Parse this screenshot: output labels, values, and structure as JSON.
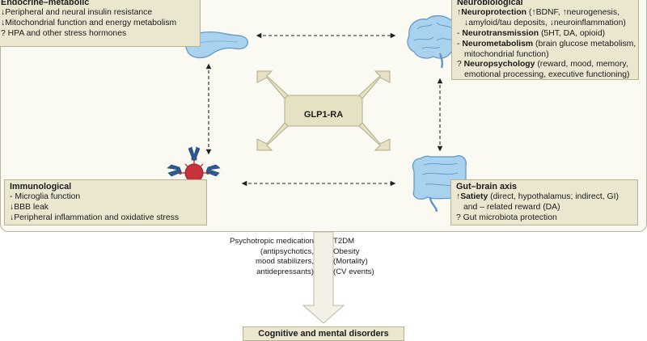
{
  "endocrine": {
    "title": "Endocrine–metabolic",
    "lines": [
      "↓Peripheral and neural insulin resistance",
      "↓Mitochondrial function and energy metabolism",
      "? HPA and other stress hormones"
    ]
  },
  "neuro": {
    "title": "Neurobiological",
    "l1_prefix": "↑",
    "l1_bold": "Neuroprotection",
    "l1_rest": " (↑BDNF, ↑neurogenesis,",
    "l2": "↓amyloid/tau deposits, ↓neuroinflammation)",
    "l3_prefix": "- ",
    "l3_bold": "Neurotransmission",
    "l3_rest": " (5HT, DA, opioid)",
    "l4_prefix": "- ",
    "l4_bold": "Neurometabolism",
    "l4_rest": " (brain glucose metabolism,",
    "l5": "mitochondrial function)",
    "l6_prefix": "? ",
    "l6_bold": "Neuropsychology",
    "l6_rest": " (reward, mood, memory,",
    "l7": "emotional processing, executive functioning)"
  },
  "immuno": {
    "title": "Immunological",
    "lines": [
      "- Microglia function",
      "↓BBB leak",
      "↓Peripheral inflammation and oxidative stress"
    ]
  },
  "gutbrain": {
    "title": "Gut–brain axis",
    "l1_prefix": "↑",
    "l1_bold": "Satiety",
    "l1_rest": " (direct, hypothalamus; indirect, GI)",
    "l2": "and – related reward (DA)",
    "l3": "? Gut microbiota protection"
  },
  "center": {
    "label": "GLP1-RA"
  },
  "psycho_notes": [
    "Psychotropic medication",
    "(antipsychotics,",
    "mood stabilizers,",
    "antidepressants)"
  ],
  "t2dm_notes": [
    "T2DM",
    "Obesity",
    "(Mortality)",
    "(CV events)"
  ],
  "outcome": {
    "label": "Cognitive and mental disorders"
  },
  "colors": {
    "box_fill": "#ebe6cf",
    "panel_fill": "#fbfaf2",
    "arrow_fill": "#e7e1c4",
    "pancreas": "#a9d2ef",
    "brain": "#a9d2ef",
    "gut": "#a9d2ef",
    "virus": "#c8323a",
    "antibody": "#2c5a97"
  },
  "icons": [
    "pancreas-icon",
    "brain-icon",
    "gut-icon",
    "immune-cell-icon"
  ]
}
